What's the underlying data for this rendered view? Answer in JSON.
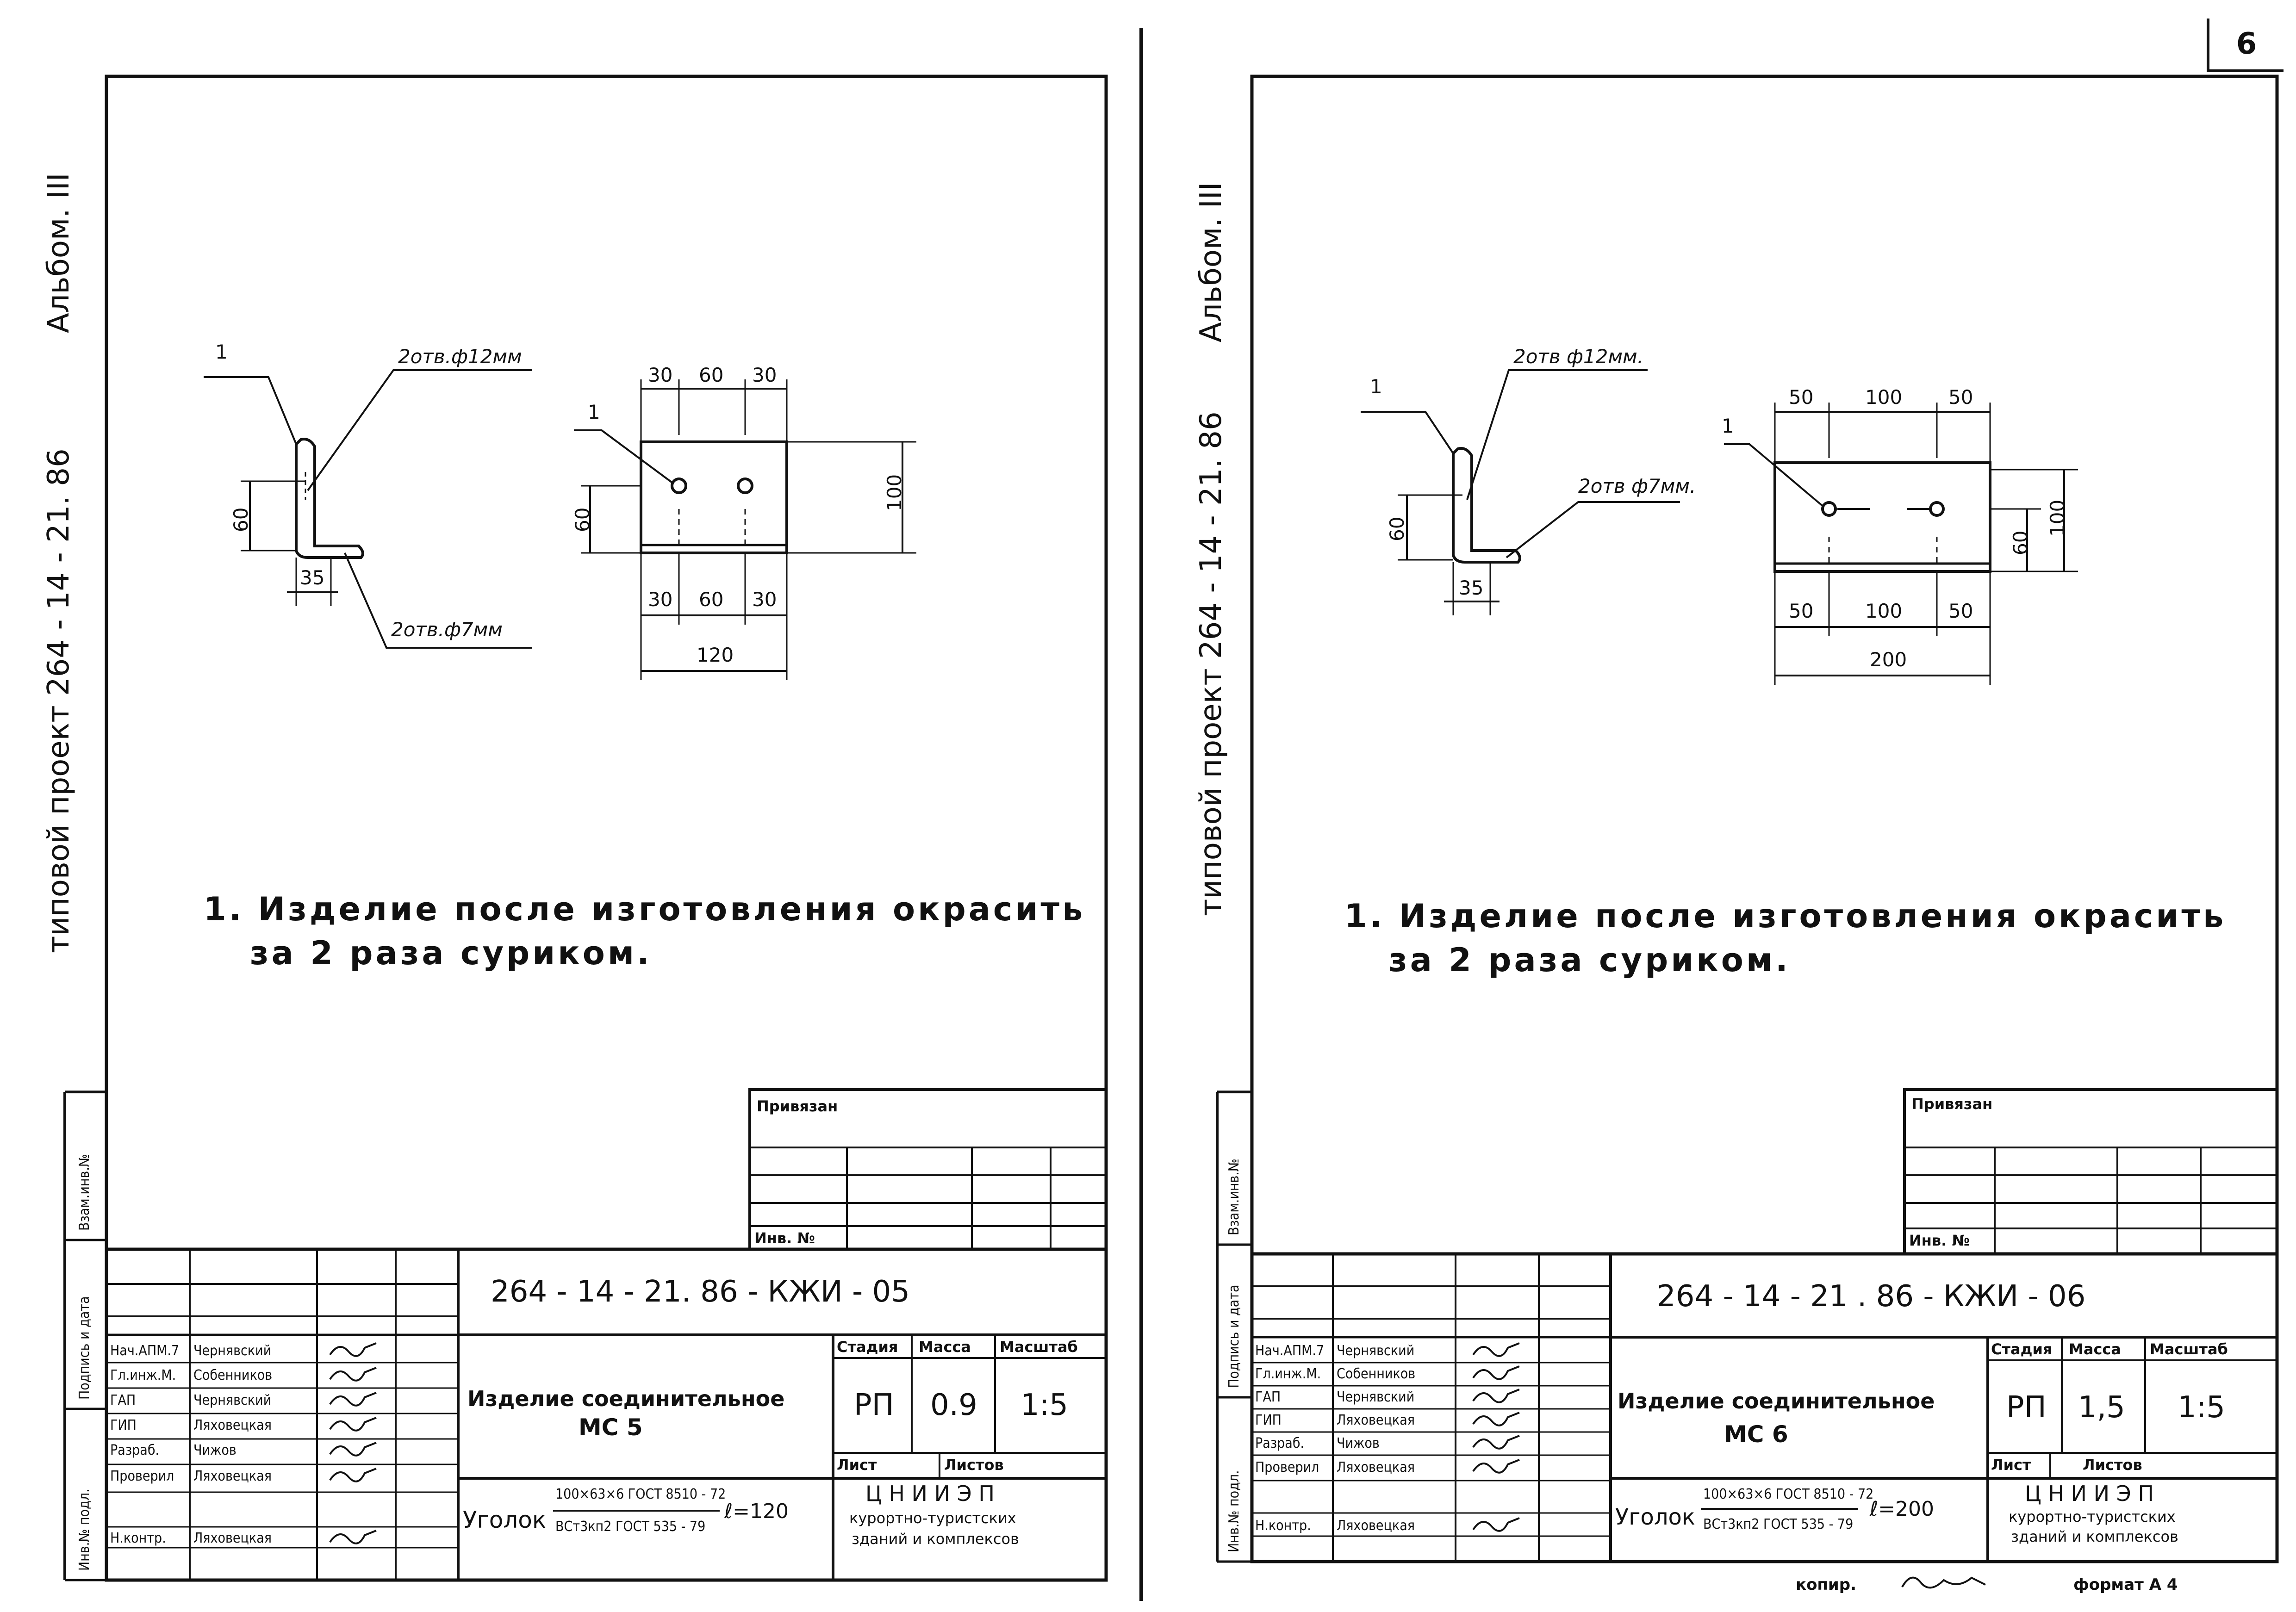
{
  "page_number": "6",
  "footer": {
    "copy_label": "копир.",
    "format_label": "формат А 4"
  },
  "sheets": [
    {
      "side_album": "Альбом. III",
      "side_project": "типовой проект 264 - 14 - 21. 86",
      "left_strip": [
        "Взам.инв.№",
        "Подпись и дата",
        "Инв.№ подл."
      ],
      "drawing": {
        "callout_1": "1",
        "callout_1b": "1",
        "hole_top": "2отв.ф12мм",
        "hole_bottom": "2отв.ф7мм",
        "dim_leg": "60",
        "dim_35": "35",
        "dim_top": [
          "30",
          "60",
          "30"
        ],
        "dim_bottom": [
          "30",
          "60",
          "30"
        ],
        "dim_total": "120",
        "dim_left": "60",
        "dim_right": "100"
      },
      "note_line1": "1. Изделие после изготовления окрасить",
      "note_line2": "за 2 раза суриком.",
      "privyazan": "Привязан",
      "inv_no": "Инв. №",
      "doc_code": "264 - 14 - 21. 86 - КЖИ - 05",
      "title": "Изделие соединительное",
      "mark": "МС 5",
      "stage_label": "Стадия",
      "mass_label": "Масса",
      "scale_label": "Масштаб",
      "stage": "РП",
      "mass": "0.9",
      "scale": "1:5",
      "sheet_label": "Лист",
      "sheets_label": "Листов",
      "org": [
        "Ц Н И И Э П",
        "курортно-туристских",
        "зданий и комплексов"
      ],
      "material_prefix": "Уголок",
      "material_top": "100×63×6 ГОСТ 8510 - 72",
      "material_bottom": "ВСт3кп2 ГОСТ 535 - 79",
      "material_length": "ℓ=120",
      "staff": [
        {
          "role": "Нач.АПМ.7",
          "name": "Чернявский"
        },
        {
          "role": "Гл.инж.М.",
          "name": "Собенников"
        },
        {
          "role": "ГАП",
          "name": "Чернявский"
        },
        {
          "role": "ГИП",
          "name": "Ляховецкая"
        },
        {
          "role": "Разраб.",
          "name": "Чижов"
        },
        {
          "role": "Проверил",
          "name": "Ляховецкая"
        },
        {
          "role": "",
          "name": ""
        },
        {
          "role": "Н.контр.",
          "name": "Ляховецкая"
        }
      ]
    },
    {
      "side_album": "Альбом. III",
      "side_project": "типовой проект 264 - 14 - 21. 86",
      "left_strip": [
        "Взам.инв.№",
        "Подпись и дата",
        "Инв.№ подл."
      ],
      "drawing": {
        "callout_1": "1",
        "callout_1b": "1",
        "hole_top": "2отв ф12мм.",
        "hole_bottom": "2отв ф7мм.",
        "dim_leg": "60",
        "dim_35": "35",
        "dim_top": [
          "50",
          "100",
          "50"
        ],
        "dim_bottom": [
          "50",
          "100",
          "50"
        ],
        "dim_total": "200",
        "dim_left": "60",
        "dim_right": "100"
      },
      "note_line1": "1. Изделие после изготовления окрасить",
      "note_line2": "за 2 раза суриком.",
      "privyazan": "Привязан",
      "inv_no": "Инв. №",
      "doc_code": "264 - 14 - 21 . 86 - КЖИ - 06",
      "title": "Изделие соединительное",
      "mark": "МС 6",
      "stage_label": "Стадия",
      "mass_label": "Масса",
      "scale_label": "Масштаб",
      "stage": "РП",
      "mass": "1,5",
      "scale": "1:5",
      "sheet_label": "Лист",
      "sheets_label": "Листов",
      "org": [
        "Ц Н И И Э П",
        "курортно-туристских",
        "зданий и комплексов"
      ],
      "material_prefix": "Уголок",
      "material_top": "100×63×6 ГОСТ 8510 - 72",
      "material_bottom": "ВСт3кп2 ГОСТ 535 - 79",
      "material_length": "ℓ=200",
      "staff": [
        {
          "role": "Нач.АПМ.7",
          "name": "Чернявский"
        },
        {
          "role": "Гл.инж.М.",
          "name": "Собенников"
        },
        {
          "role": "ГАП",
          "name": "Чернявский"
        },
        {
          "role": "ГИП",
          "name": "Ляховецкая"
        },
        {
          "role": "Разраб.",
          "name": "Чижов"
        },
        {
          "role": "Проверил",
          "name": "Ляховецкая"
        },
        {
          "role": "",
          "name": ""
        },
        {
          "role": "Н.контр.",
          "name": "Ляховецкая"
        }
      ]
    }
  ]
}
